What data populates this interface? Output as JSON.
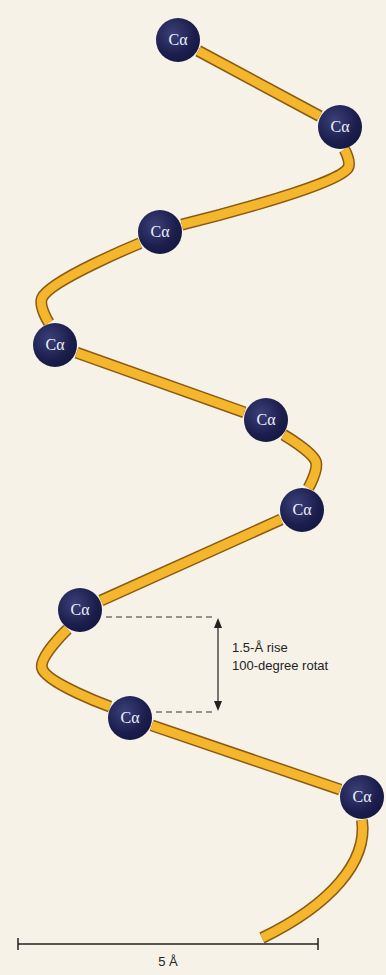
{
  "diagram": {
    "nodes": [
      {
        "text": [
          "Cα"
        ]
      },
      {
        "text": [
          "Cα"
        ]
      },
      {
        "text": [
          "Cα"
        ]
      },
      {
        "text": [
          "Cα"
        ]
      },
      {
        "text": [
          "Cα"
        ]
      },
      {
        "text": [
          "Cα"
        ]
      },
      {
        "text": [
          "Cα"
        ]
      },
      {
        "text": [
          "Cα"
        ]
      },
      {
        "text": [
          "Cα"
        ]
      }
    ],
    "edges": [
      {
        "from": 0,
        "to": 1,
        "arrow": "none"
      },
      {
        "from": 1,
        "to": 2,
        "arrow": "none"
      },
      {
        "from": 2,
        "to": 3,
        "arrow": "none"
      },
      {
        "from": 3,
        "to": 4,
        "arrow": "none"
      },
      {
        "from": 4,
        "to": 5,
        "arrow": "none"
      },
      {
        "from": 5,
        "to": 6,
        "arrow": "none"
      },
      {
        "from": 6,
        "to": 7,
        "arrow": "none"
      },
      {
        "from": 7,
        "to": 8,
        "arrow": "none"
      }
    ],
    "labels": [
      "1.5-Å rise",
      "100-degree rotat",
      "5 Å"
    ]
  }
}
